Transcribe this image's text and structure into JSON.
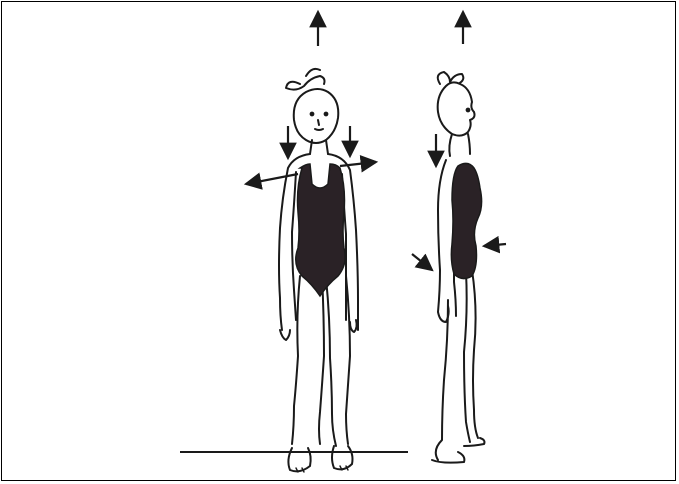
{
  "illustration": {
    "subject": "posture-front-and-side-view",
    "figures": [
      "front-view-figure",
      "side-view-figure"
    ],
    "ink_color": "#1a1a1a",
    "leotard_color": "#2a2226",
    "paper_color": "#ffffff"
  }
}
